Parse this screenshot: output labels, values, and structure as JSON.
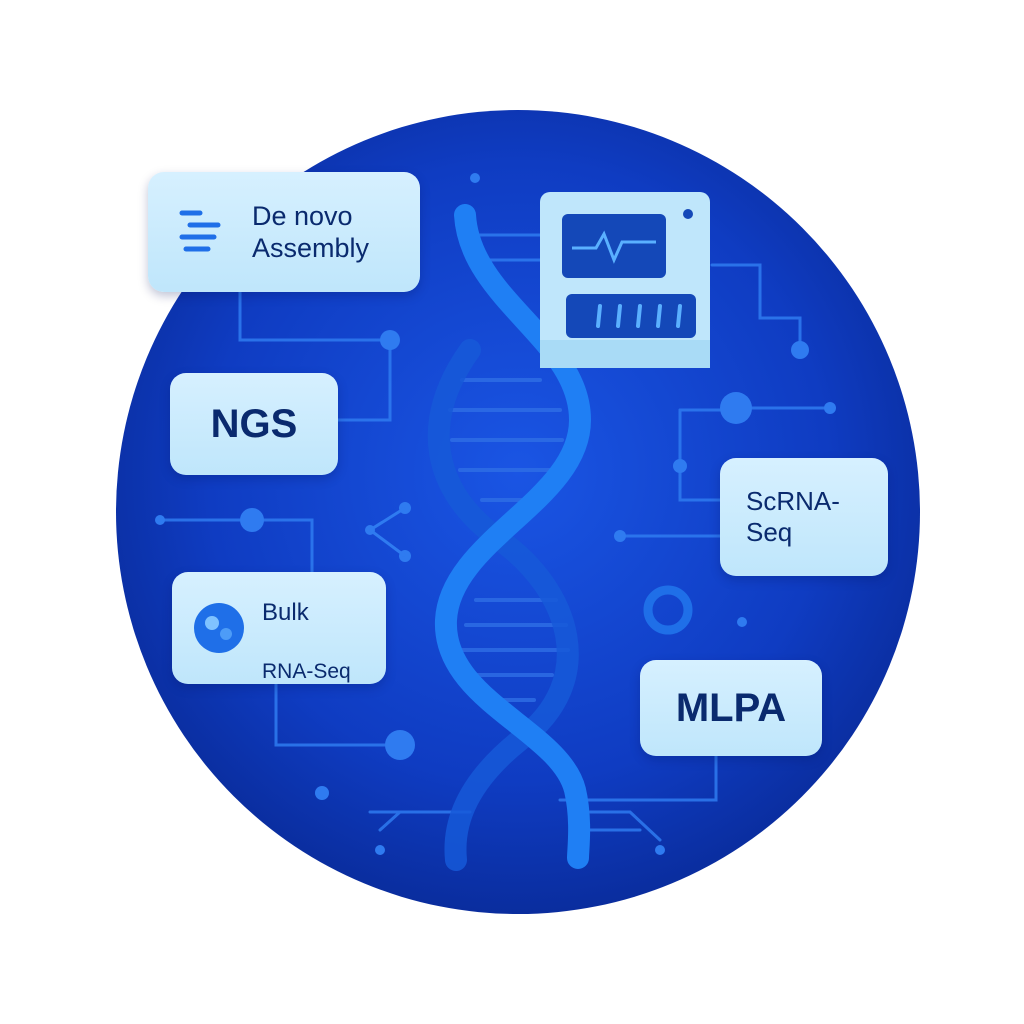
{
  "cards": {
    "denovo": {
      "label": "De novo\nAssembly",
      "icon": "list-lines-icon"
    },
    "ngs": {
      "label": "NGS"
    },
    "bulk": {
      "line1": "Bulk",
      "line2": "RNA-Seq",
      "icon": "cell-icon"
    },
    "scrna": {
      "label": "ScRNA-\nSeq"
    },
    "mlpa": {
      "label": "MLPA"
    }
  },
  "device": {
    "icon": "sequencer-monitor-icon"
  },
  "colors": {
    "circle_outer": "#0b2fa8",
    "circle_inner": "#1446d6",
    "helix": "#1e7bf2",
    "helix_dark": "#1659d8",
    "card_bg": "#cdeefe",
    "card_text": "#0a2a6e",
    "accent": "#1f6fe8"
  }
}
